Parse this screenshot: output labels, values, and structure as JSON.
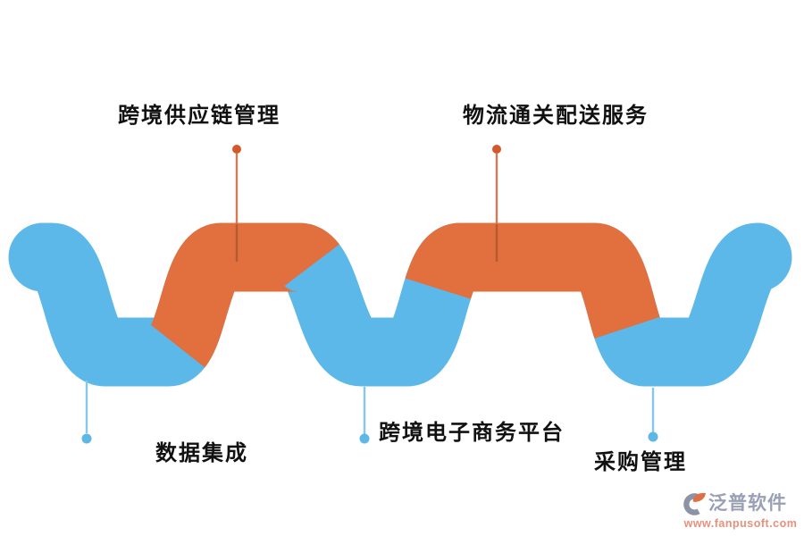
{
  "diagram": {
    "type": "wave-timeline-infographic",
    "items": [
      {
        "label": "跨境供应链管理",
        "position": "top-left",
        "marker_color": "#d4592a",
        "marker_side": "above-wave"
      },
      {
        "label": "物流通关配送服务",
        "position": "top-right",
        "marker_color": "#d4592a",
        "marker_side": "above-wave"
      },
      {
        "label": "数据集成",
        "position": "bottom-left",
        "marker_color": "#5fb7e6",
        "marker_side": "below-wave"
      },
      {
        "label": "跨境电子商务平台",
        "position": "bottom-center",
        "marker_color": "#5fb7e6",
        "marker_side": "below-wave"
      },
      {
        "label": "采购管理",
        "position": "bottom-right",
        "marker_color": "#5fb7e6",
        "marker_side": "below-wave"
      }
    ],
    "colors": {
      "wave_blue": "#5bb8e8",
      "wave_orange": "#e1703e",
      "connector_orange": "#d07a58",
      "connector_orange_overlap": "#b85931",
      "connector_blue": "#85c8ec",
      "dot_orange": "#d4592a",
      "dot_blue": "#5fb7e6",
      "label_text": "#111111"
    }
  },
  "watermark": {
    "brand": "泛普软件",
    "url": "www.fanpusoft.com",
    "brand_color": "#9aa0b4",
    "url_color": "#e9907c"
  }
}
